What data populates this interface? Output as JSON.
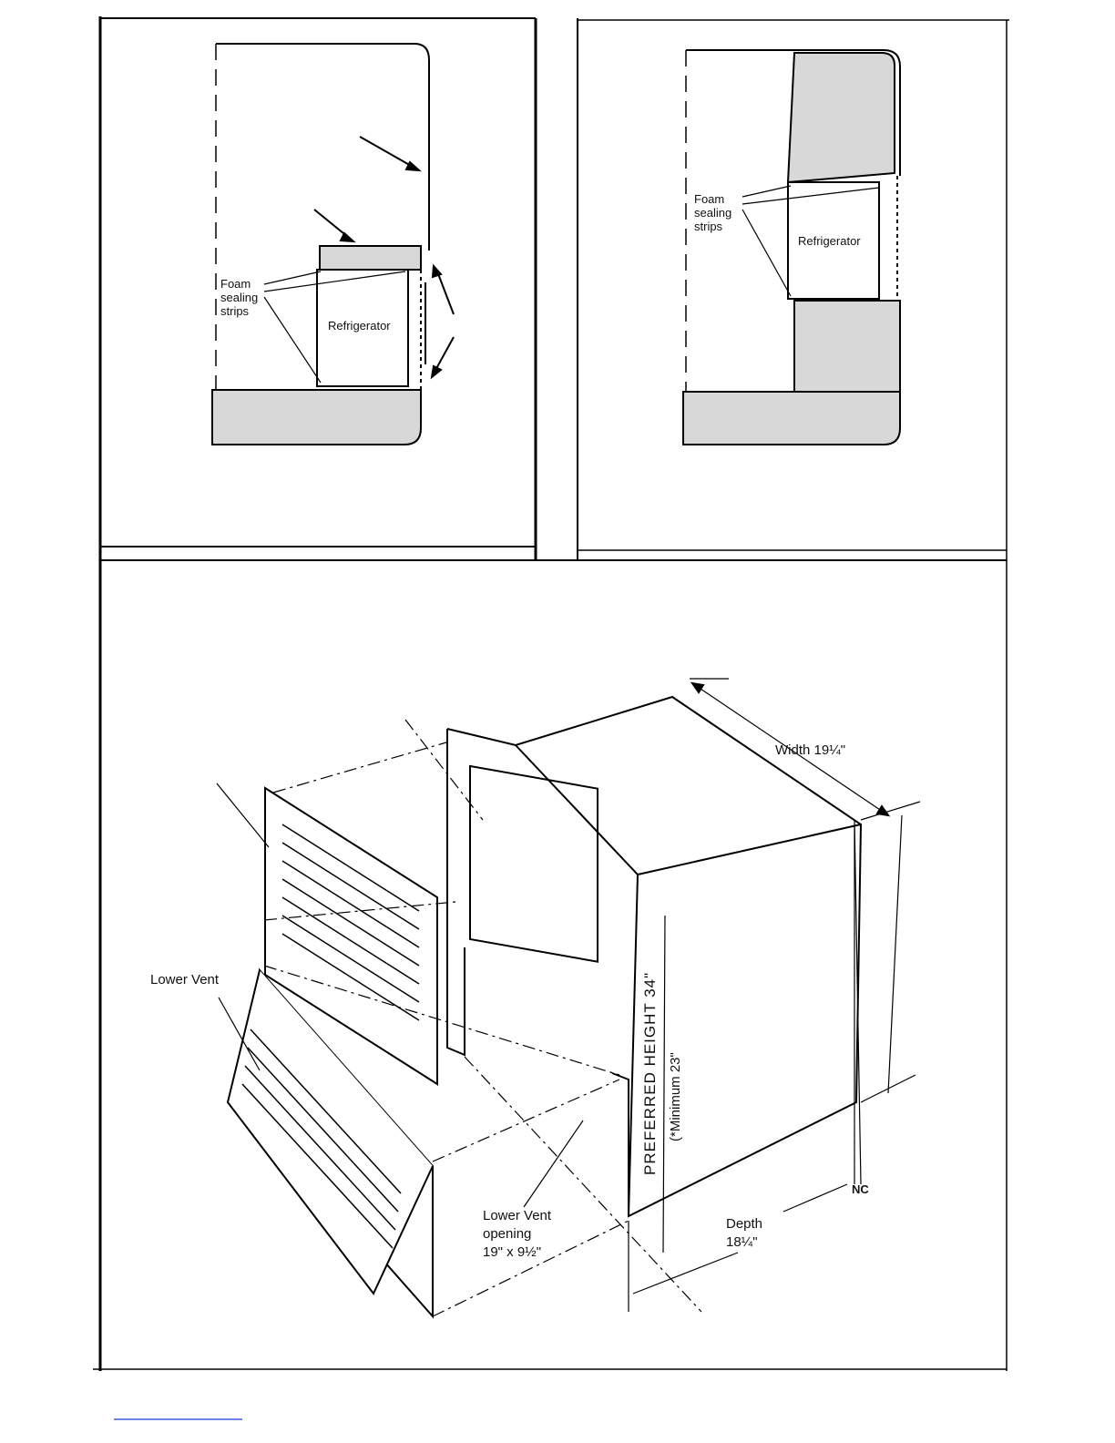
{
  "panel_top_left": {
    "foam_label": "Foam\nsealing\nstrips",
    "refrigerator_label": "Refrigerator"
  },
  "panel_top_right": {
    "foam_label": "Foam\nsealing\nstrips",
    "refrigerator_label": "Refrigerator"
  },
  "panel_bottom": {
    "width_label": "Width 19¼\"",
    "height_label": "PREFERRED HEIGHT 34\"",
    "minimum_label": "(*Minimum 23\"",
    "lower_vent_label": "Lower Vent",
    "opening_label": "Lower Vent\nopening\n19\" x 9½\"",
    "depth_label": "Depth\n18¼\"",
    "nc_label": "NC"
  }
}
